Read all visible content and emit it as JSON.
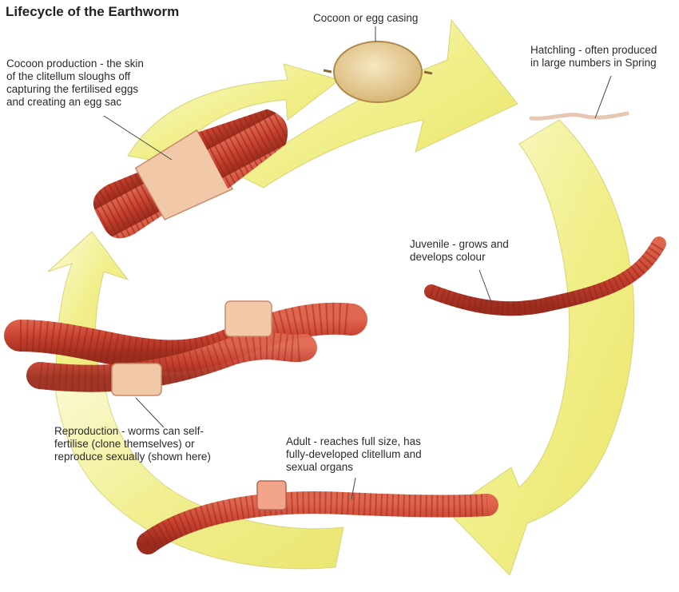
{
  "title": "Lifecycle of the Earthworm",
  "colors": {
    "arrow_fill": "#f1ef8a",
    "arrow_fill_light": "#faf9cf",
    "worm_red": "#c8412f",
    "worm_dark": "#8e2418",
    "clitellum": "#f2c9a8",
    "cocoon": "#e8d09a"
  },
  "stages": {
    "cocoon_production": {
      "lines": [
        "Cocoon production - the skin",
        "of the clitellum sloughs off",
        "capturing the fertilised eggs",
        "and creating an egg sac"
      ]
    },
    "cocoon": {
      "lines": [
        "Cocoon or egg casing"
      ]
    },
    "hatchling": {
      "lines": [
        "Hatchling - often produced",
        "in large numbers in Spring"
      ]
    },
    "juvenile": {
      "lines": [
        "Juvenile - grows and",
        "develops colour"
      ]
    },
    "adult": {
      "lines": [
        "Adult - reaches full size, has",
        "fully-developed clitellum and",
        "sexual organs"
      ]
    },
    "reproduction": {
      "lines": [
        "Reproduction - worms can self-",
        "fertilise (clone themselves) or",
        "reproduce sexually (shown here)"
      ]
    }
  }
}
